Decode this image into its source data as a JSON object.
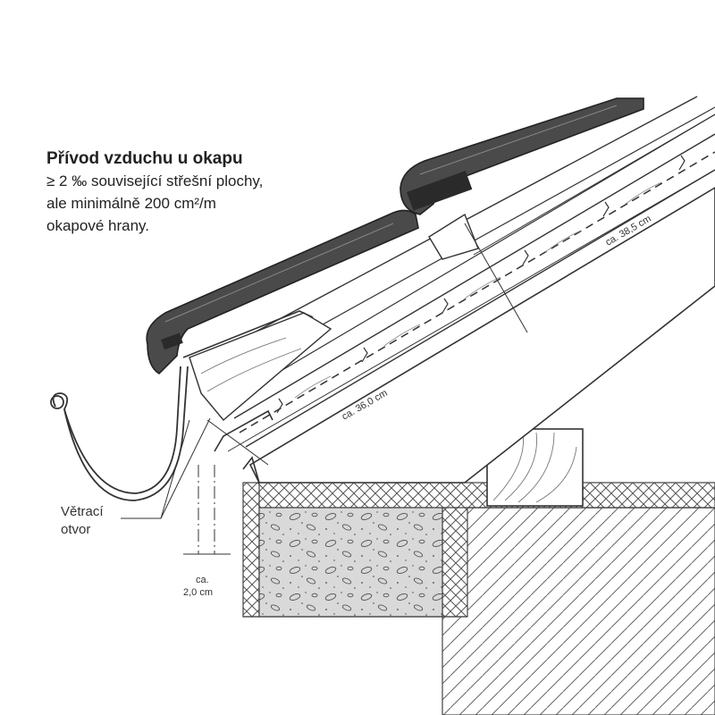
{
  "heading": {
    "title": "Přívod vzduchu u okapu",
    "lines": [
      "≥ 2 ‰ související střešní plochy,",
      "ale minimálně 200 cm²/m",
      "okapové hrany."
    ]
  },
  "dimensions": {
    "upper": "ca. 38,5 cm",
    "lower": "ca. 36,0 cm",
    "gap_ca": "ca.",
    "gap_value": "2,0 cm"
  },
  "callout": {
    "line1": "Větrací",
    "line2": "otvor"
  },
  "colors": {
    "tile": "#4a4a4a",
    "tile_dark": "#2a2a2a",
    "line": "#444444",
    "hatch": "#777777"
  }
}
